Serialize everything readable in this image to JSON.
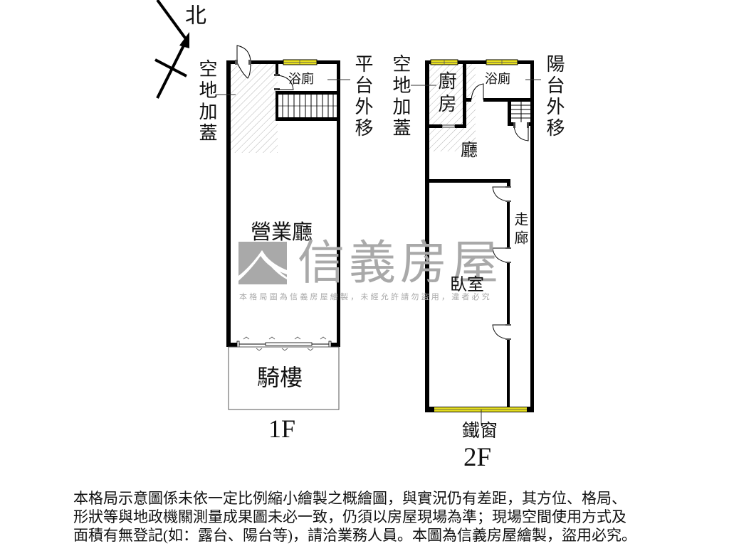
{
  "title": "信義房屋 格局示意圖",
  "colors": {
    "wall": "#000000",
    "window_fill": "#e8e020",
    "hatch": "#b5b5b5",
    "watermark": "#a9a9a9",
    "background": "#ffffff"
  },
  "compass": {
    "label": "北",
    "icon": "north-arrow-icon"
  },
  "floors": [
    {
      "floor": "1F",
      "label": "1F",
      "rooms": {
        "bathroom": "浴廁",
        "business_hall": "營業廳",
        "arcade": "騎樓"
      },
      "annotations": {
        "left": "空地加蓋",
        "right": "平台外移"
      }
    },
    {
      "floor": "2F",
      "label": "2F",
      "rooms": {
        "kitchen": "廚房",
        "bathroom": "浴廁",
        "hall": "廳",
        "corridor": "走廊",
        "bedroom": "臥室"
      },
      "annotations": {
        "left": "空地加蓋",
        "right": "陽台外移",
        "bottom": "鐵窗"
      }
    }
  ],
  "watermark": {
    "brand": "信義房屋",
    "subtext": "本格局圖為信義房屋繪製，未經允許請勿盜用，違者必究"
  },
  "notice": {
    "lines": [
      "本格局示意圖係未依一定比例縮小繪製之概繪圖，與實況仍有差距，其方位、格局、",
      "形狀等與地政機關測量成果圖未必一致，仍須以房屋現場為準；現場空間使用方式及",
      "面積有無登記(如：露台、陽台等)，請洽業務人員。本圖為信義房屋繪製，盜用必究。"
    ]
  }
}
